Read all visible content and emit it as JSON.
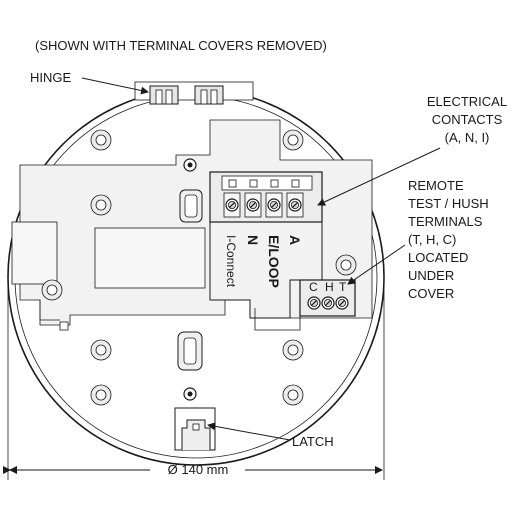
{
  "header": {
    "caption": "(SHOWN WITH TERMINAL COVERS REMOVED)"
  },
  "labels": {
    "hinge": "HINGE",
    "electrical_contacts": [
      "ELECTRICAL",
      "CONTACTS",
      "(A, N, I)"
    ],
    "remote_terminals": [
      "REMOTE",
      "TEST / HUSH",
      "TERMINALS",
      "(T, H, C)",
      "LOCATED",
      "UNDER",
      "COVER"
    ],
    "latch": "LATCH",
    "diameter": "Ø 140 mm"
  },
  "terminals": {
    "a": "A",
    "eloop": "E/LOOP",
    "n": "N",
    "iconnect": "I-Connect",
    "t": "T",
    "h": "H",
    "c": "C"
  },
  "colors": {
    "line": "#1a1a1a",
    "board": "#f0f0f0",
    "hole_fill": "#e8e8e8"
  }
}
